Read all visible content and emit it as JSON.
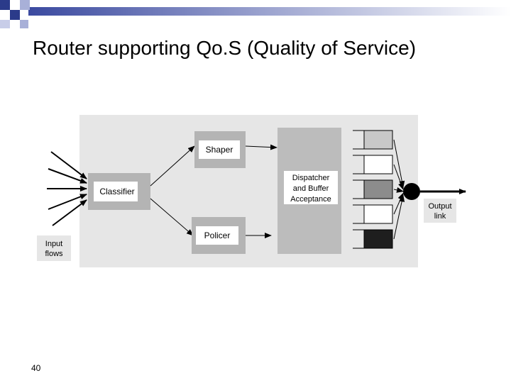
{
  "slide": {
    "title": "Router supporting Qo.S (Quality of Service)",
    "page_number": "40"
  },
  "diagram": {
    "input_label": [
      "Input",
      "flows"
    ],
    "classifier": "Classifier",
    "shaper": "Shaper",
    "policer": "Policer",
    "dispatcher": [
      "Dispatcher",
      "and Buffer",
      "Acceptance"
    ],
    "output_label": [
      "Output",
      "link"
    ],
    "queue_shades": [
      "#c8c8c8",
      "#ffffff",
      "#8c8c8c",
      "#ffffff",
      "#1e1e1e"
    ]
  },
  "colors": {
    "panel": "#e6e6e6",
    "box_shadow": "#b4b4b4",
    "dispatcher_block": "#bcbcbc",
    "output_node": "#000000",
    "header_squares": "#2b3b8a",
    "header_gradient": "#3b4aa0"
  }
}
